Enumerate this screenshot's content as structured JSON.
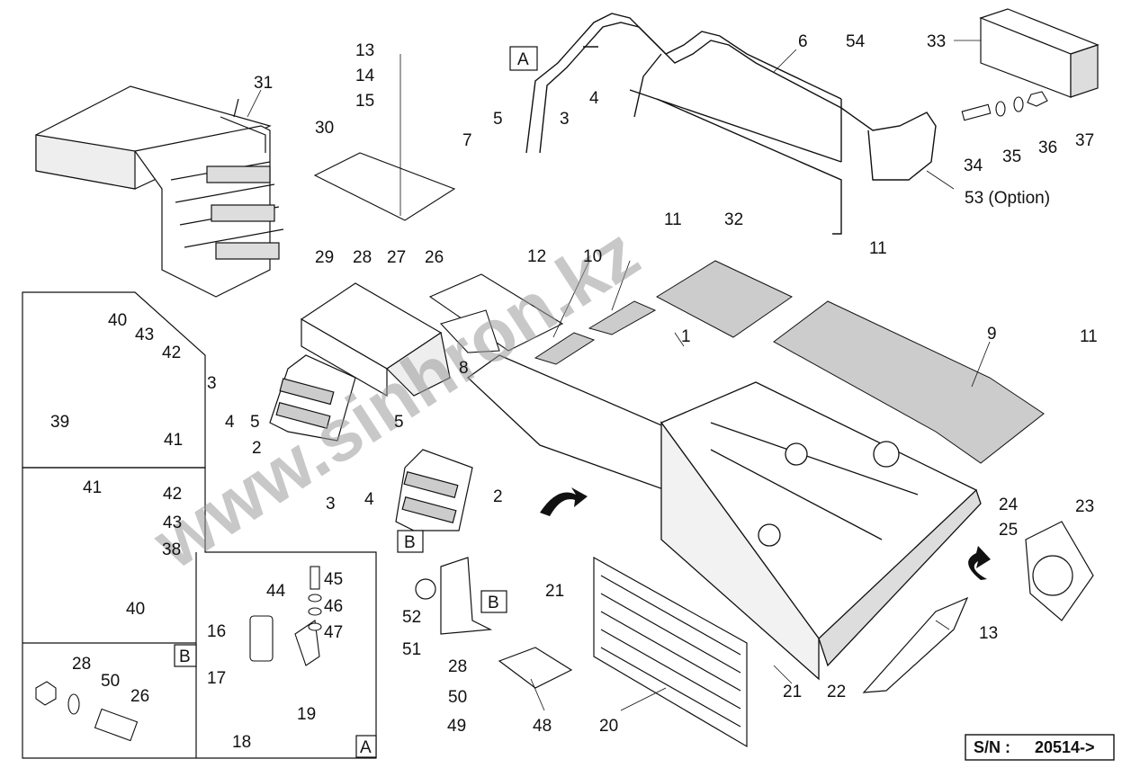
{
  "diagram": {
    "serial": {
      "prefix": "S/N :",
      "value": "20514->"
    },
    "watermark": "www.sinhron.kz",
    "option_note": "53 (Option)",
    "detail_boxes": [
      "A",
      "B"
    ],
    "labels": [
      "31",
      "30",
      "13",
      "14",
      "15",
      "5",
      "3",
      "4",
      "7",
      "6",
      "54",
      "33",
      "34",
      "35",
      "36",
      "37",
      "29",
      "28",
      "27",
      "26",
      "12",
      "10",
      "11",
      "32",
      "11",
      "9",
      "11",
      "1",
      "8",
      "40",
      "43",
      "42",
      "39",
      "41",
      "3",
      "4",
      "5",
      "2",
      "5",
      "4",
      "3",
      "2",
      "41",
      "42",
      "43",
      "38",
      "40",
      "45",
      "46",
      "47",
      "44",
      "16",
      "17",
      "18",
      "19",
      "28",
      "50",
      "26",
      "52",
      "51",
      "21",
      "28",
      "50",
      "49",
      "48",
      "20",
      "21",
      "22",
      "24",
      "25",
      "23",
      "13",
      "14",
      "15",
      "13",
      "14",
      "15"
    ]
  }
}
